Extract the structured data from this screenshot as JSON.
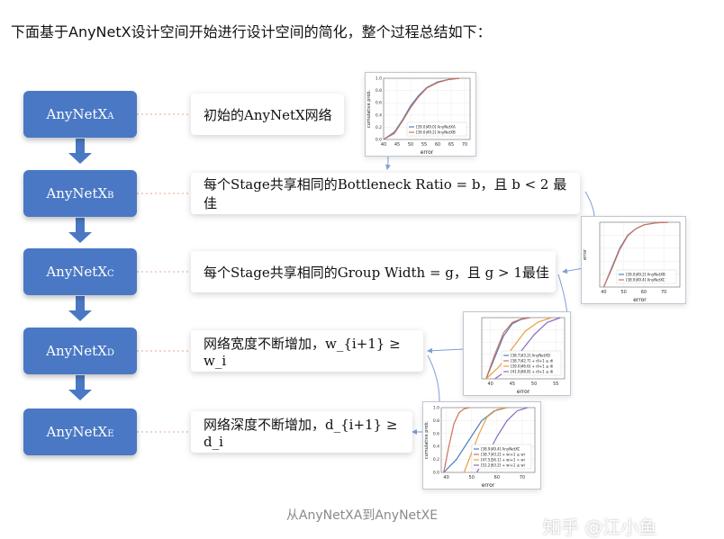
{
  "intro_text": "下面基于AnyNetX设计空间开始进行设计空间的简化，整个过程总结如下：",
  "nodes": [
    {
      "main": "AnyNetX",
      "sub": "A"
    },
    {
      "main": "AnyNetX",
      "sub": "B"
    },
    {
      "main": "AnyNetX",
      "sub": "C"
    },
    {
      "main": "AnyNetX",
      "sub": "D"
    },
    {
      "main": "AnyNetX",
      "sub": "E"
    }
  ],
  "descriptions": [
    "初始的AnyNetX网络",
    "每个Stage共享相同的Bottleneck Ratio = b，且 b < 2 最佳",
    "每个Stage共享相同的Group Width = g，且 g > 1最佳",
    "网络宽度不断增加，w_{i+1} ≥ w_i",
    "网络深度不断增加，d_{i+1} ≥ d_i"
  ],
  "colors": {
    "node_fill": "#4a78c4",
    "arrow": "#4a78c4",
    "connector": "#7da0d4",
    "series_blue": "#4f7ec0",
    "series_red": "#d0705a",
    "series_orange": "#e8a040",
    "series_purple": "#8a6ac0",
    "series_yellow": "#d7b23a"
  },
  "chart_data": [
    {
      "type": "line",
      "ylabel": "cumulative prob.",
      "xlabel": "error",
      "xticks": [
        40,
        45,
        50,
        55,
        60,
        65,
        70
      ],
      "yticks": [
        0.0,
        0.2,
        0.4,
        0.6,
        0.8,
        1.0
      ],
      "xlim": [
        40,
        72
      ],
      "ylim": [
        0,
        1
      ],
      "series": [
        {
          "name": "[39.0|49.0] AnyNetXA",
          "color": "#4f7ec0",
          "x": [
            40,
            44,
            47,
            50,
            53,
            56,
            60,
            64,
            68
          ],
          "y": [
            0,
            0.12,
            0.32,
            0.55,
            0.72,
            0.85,
            0.94,
            0.98,
            1.0
          ]
        },
        {
          "name": "[39.0|49.2] AnyNetXB",
          "color": "#d0705a",
          "x": [
            40,
            44,
            47,
            50,
            53,
            56,
            60,
            64,
            68
          ],
          "y": [
            0,
            0.1,
            0.3,
            0.52,
            0.7,
            0.84,
            0.93,
            0.98,
            1.0
          ]
        }
      ]
    },
    {
      "type": "line",
      "xlabel": "error",
      "ylabel": "error",
      "xticks": [
        40,
        50,
        60,
        70
      ],
      "xlim": [
        38,
        78
      ],
      "ylim": [
        0,
        1
      ],
      "series": [
        {
          "name": "[39.0|49.2] AnyNetXB",
          "color": "#4f7ec0",
          "x": [
            40,
            44,
            48,
            52,
            56,
            60,
            66,
            72
          ],
          "y": [
            0,
            0.3,
            0.6,
            0.8,
            0.9,
            0.96,
            0.99,
            1.0
          ]
        },
        {
          "name": "[38.9|49.4] AnyNetXC",
          "color": "#d0705a",
          "x": [
            40,
            44,
            48,
            52,
            56,
            60,
            66,
            72
          ],
          "y": [
            0,
            0.28,
            0.58,
            0.79,
            0.9,
            0.96,
            0.99,
            1.0
          ]
        }
      ]
    },
    {
      "type": "line",
      "xlabel": "error",
      "xticks": [
        40,
        45,
        50,
        55
      ],
      "xlim": [
        38,
        57
      ],
      "ylim": [
        0,
        1
      ],
      "series": [
        {
          "name": "[38.7|43.2] AnyNetXD",
          "color": "#4f7ec0",
          "x": [
            39,
            41,
            43,
            45,
            47,
            49
          ],
          "y": [
            0,
            0.35,
            0.7,
            0.9,
            0.97,
            1.0
          ]
        },
        {
          "name": "[38.7|42.7] + di+1 ≥ di",
          "color": "#d0705a",
          "x": [
            39,
            41,
            43,
            45,
            47,
            49
          ],
          "y": [
            0,
            0.4,
            0.75,
            0.92,
            0.98,
            1.0
          ]
        },
        {
          "name": "[39.0|46.6] + di+1 ≤ di",
          "color": "#e8a040",
          "x": [
            39,
            42,
            45,
            48,
            51,
            54
          ],
          "y": [
            0,
            0.2,
            0.5,
            0.78,
            0.93,
            1.0
          ]
        },
        {
          "name": "[41.0|48.8] + di+1 ≤ di",
          "color": "#8a6ac0",
          "x": [
            41,
            44,
            47,
            50,
            53,
            56
          ],
          "y": [
            0,
            0.15,
            0.45,
            0.72,
            0.92,
            1.0
          ]
        }
      ]
    },
    {
      "type": "line",
      "ylabel": "cumulative prob.",
      "xlabel": "error",
      "xticks": [
        40,
        50,
        60,
        70
      ],
      "yticks": [
        0.0,
        0.2,
        0.4,
        0.6,
        0.8,
        1.0
      ],
      "xlim": [
        38,
        75
      ],
      "ylim": [
        0,
        1
      ],
      "series": [
        {
          "name": "[38.9|49.4] AnyNetXC",
          "color": "#4f7ec0",
          "x": [
            39,
            44,
            49,
            54,
            59,
            64
          ],
          "y": [
            0,
            0.2,
            0.5,
            0.8,
            0.95,
            1.0
          ]
        },
        {
          "name": "[38.7|43.2] + wi+1 ≥ wi",
          "color": "#d0705a",
          "x": [
            39,
            41,
            43,
            45,
            47,
            49
          ],
          "y": [
            0,
            0.4,
            0.75,
            0.92,
            0.98,
            1.0
          ]
        },
        {
          "name": "[47.5|56.1] + wi+1 = wi",
          "color": "#e8a040",
          "x": [
            47,
            50,
            53,
            56,
            60,
            64
          ],
          "y": [
            0,
            0.3,
            0.6,
            0.85,
            0.97,
            1.0
          ]
        },
        {
          "name": "[52.2|63.2] + wi+1 ≤ wi",
          "color": "#8a6ac0",
          "x": [
            52,
            56,
            60,
            64,
            68,
            72
          ],
          "y": [
            0,
            0.25,
            0.55,
            0.8,
            0.95,
            1.0
          ]
        }
      ]
    }
  ],
  "watermark": "知乎 @江小鱼",
  "caption": "从AnyNetXA到AnyNetXE"
}
